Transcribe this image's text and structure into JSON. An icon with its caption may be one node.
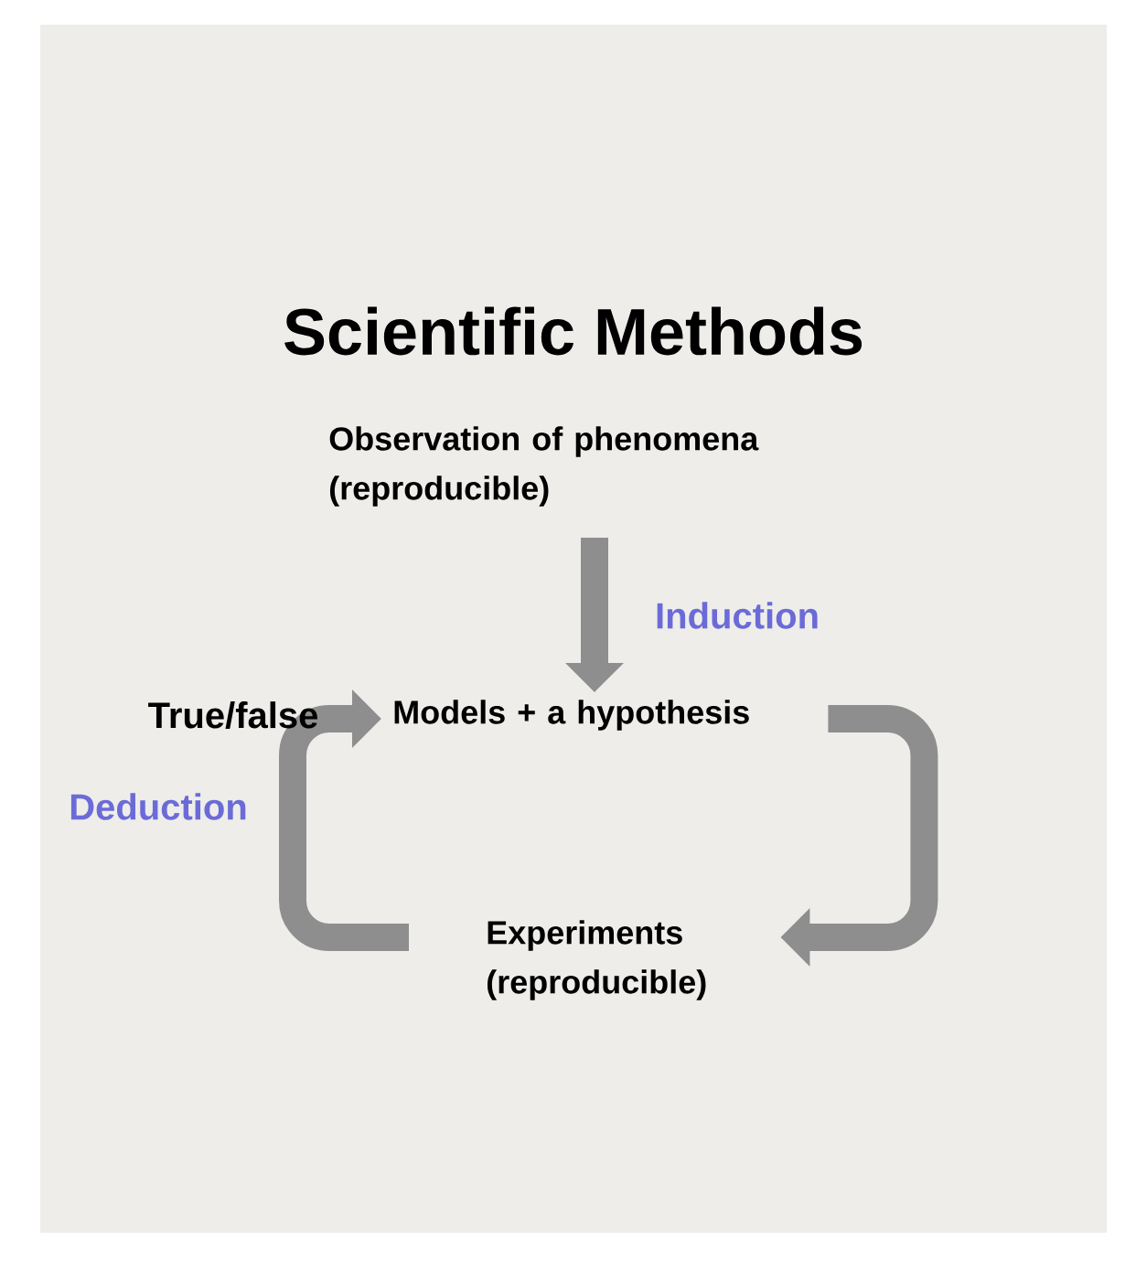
{
  "diagram": {
    "title": "Scientific Methods",
    "nodes": [
      {
        "text": [
          "Observation of phenomena (reproducible)"
        ]
      },
      {
        "text": [
          "Models + a hypothesis"
        ]
      },
      {
        "text": [
          "Experiments (reproducible)"
        ]
      }
    ],
    "edges": [
      {
        "from": 0,
        "to": 1,
        "arrow": "to",
        "label": "Induction"
      },
      {
        "from": 1,
        "to": 2,
        "arrow": "to"
      },
      {
        "from": 2,
        "to": 1,
        "arrow": "to",
        "label": "True/false"
      }
    ],
    "labels": [
      "Deduction"
    ]
  }
}
